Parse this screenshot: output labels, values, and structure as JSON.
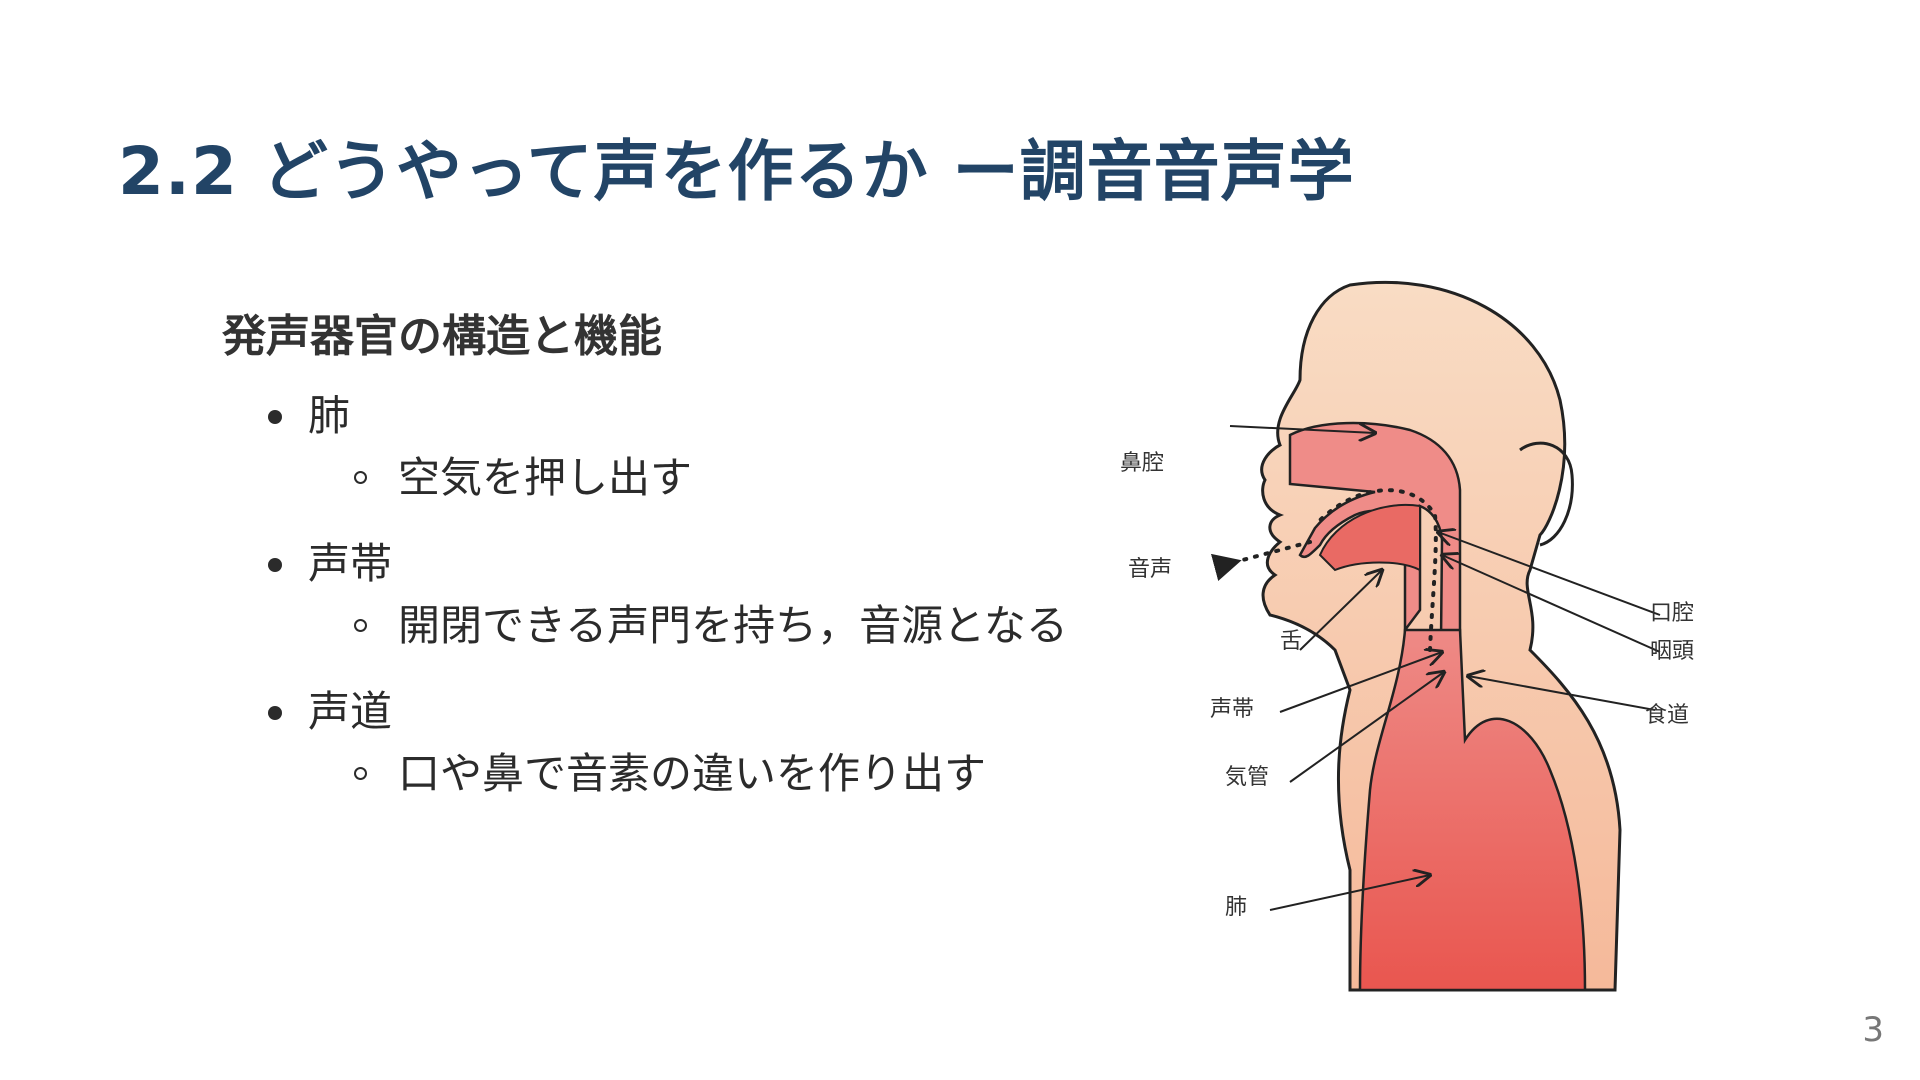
{
  "slide": {
    "title": "2.2 どうやって声を作るか ー調音音声学",
    "subheading": "発声器官の構造と機能",
    "items": [
      {
        "label": "肺",
        "sub": "空気を押し出す"
      },
      {
        "label": "声帯",
        "sub": "開閉できる声門を持ち，音源となる"
      },
      {
        "label": "声道",
        "sub": "口や鼻で音素の違いを作り出す"
      }
    ],
    "page_number": "3"
  },
  "figure": {
    "labels": {
      "nasal_cavity": "鼻腔",
      "voice": "音声",
      "tongue": "舌",
      "vocal_cords": "声帯",
      "trachea": "気管",
      "lungs": "肺",
      "oral_cavity": "口腔",
      "pharynx": "咽頭",
      "esophagus": "食道"
    },
    "colors": {
      "skin": "#f9d9bf",
      "tract": "#ec8a86",
      "lung": "#e9625c",
      "outline": "#222222",
      "title": "#224466"
    }
  }
}
